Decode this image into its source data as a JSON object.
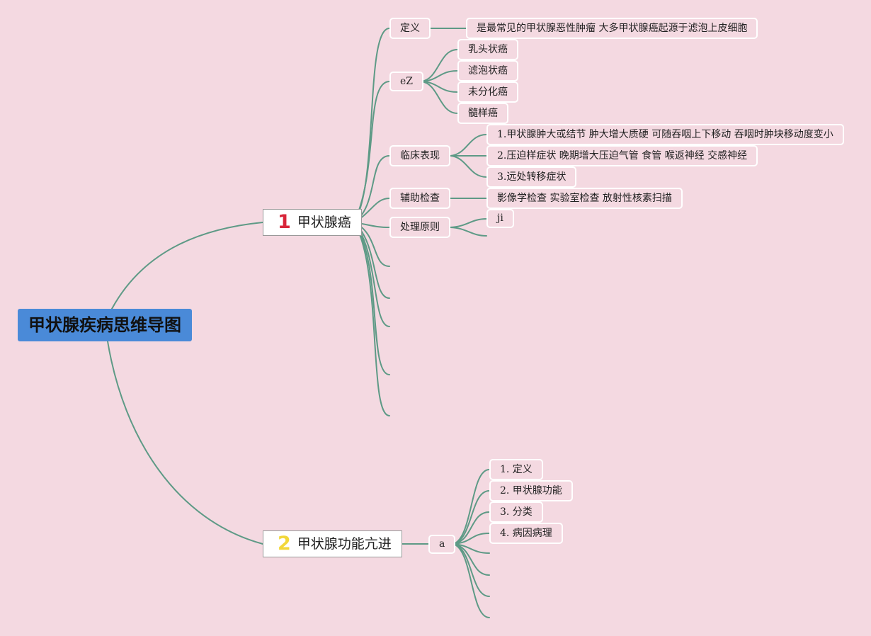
{
  "title": "甲状腺疾病思维导图",
  "branches": [
    {
      "number": "1",
      "number_color": "#d8263a",
      "label": "甲状腺癌",
      "children": [
        {
          "label": "定义",
          "children": [
            "是最常见的甲状腺恶性肿瘤 大多甲状腺癌起源于滤泡上皮细胞"
          ]
        },
        {
          "label": "eZ",
          "children": [
            "乳头状癌",
            "滤泡状癌",
            "未分化癌",
            "髓样癌"
          ]
        },
        {
          "label": "临床表现",
          "children": [
            "1.甲状腺肿大或结节 肿大增大质硬 可随吞咽上下移动 吞咽时肿块移动度变小",
            "2.压迫样症状 晚期增大压迫气管 食管 喉返神经 交感神经",
            "3.远处转移症状"
          ]
        },
        {
          "label": "辅助检查",
          "children": [
            "影像学检查 实验室检查 放射性核素扫描"
          ]
        },
        {
          "label": "处理原则",
          "children": [
            "ji"
          ]
        }
      ]
    },
    {
      "number": "2",
      "number_color": "#f2d73a",
      "label": "甲状腺功能亢进",
      "children": [
        {
          "label": "a",
          "children": [
            "1. 定义",
            "2. 甲状腺功能",
            "3. 分类",
            "4. 病因病理"
          ]
        }
      ]
    }
  ],
  "colors": {
    "background": "#f4d9e1",
    "edge": "#5e9a86",
    "root_fill": "#4a8ad8",
    "node_border": "#ffffff"
  }
}
